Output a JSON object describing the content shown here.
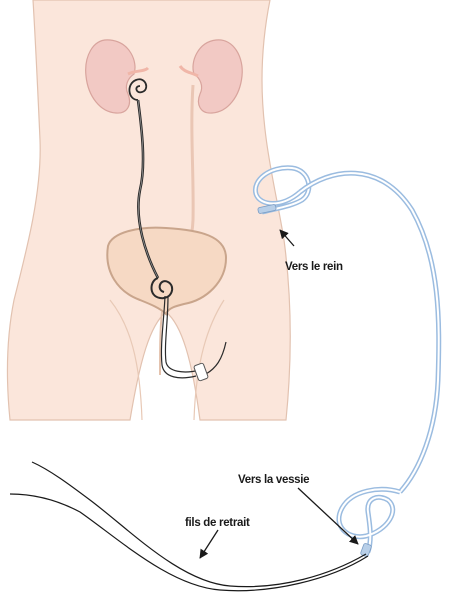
{
  "labels": {
    "kidney": "Vers le rein",
    "bladder": "Vers la vessie",
    "retrieval": "fils de retrait"
  },
  "colors": {
    "skin": "#fbe6db",
    "skin_outline": "#e2c2b0",
    "kidney": "#f2c9c4",
    "kidney_outline": "#d8a49d",
    "bladder": "#f6d9c4",
    "bladder_outline": "#c9a58c",
    "stent_inside": "#2b2b2b",
    "stent_outside": "#9bbce0",
    "string": "#1a1a1a"
  }
}
